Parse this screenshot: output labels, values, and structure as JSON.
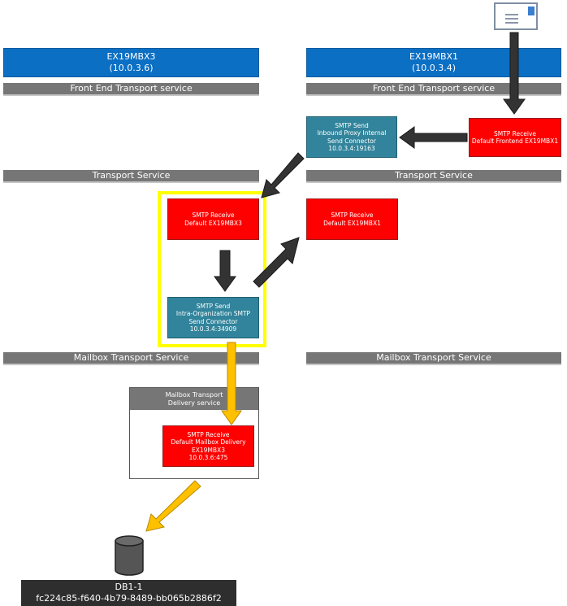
{
  "servers": {
    "left": {
      "name": "EX19MBX3",
      "ip": "(10.0.3.6)"
    },
    "right": {
      "name": "EX19MBX1",
      "ip": "(10.0.3.4)"
    }
  },
  "bars": {
    "left_frontend": "Front End Transport service",
    "right_frontend": "Front End Transport service",
    "left_transport": "Transport Service",
    "right_transport": "Transport Service",
    "left_mailbox": "Mailbox Transport Service",
    "right_mailbox": "Mailbox Transport Service"
  },
  "connectors": {
    "frontend_receive": {
      "line1": "SMTP Receive",
      "line2": "Default Frontend EX19MBX1"
    },
    "proxy_send": {
      "line1": "SMTP Send",
      "line2": "Inbound Proxy Internal",
      "line3": "Send Connector",
      "line4": "10.0.3.4:19163"
    },
    "receive_mbx3": {
      "line1": "SMTP Receive",
      "line2": "Default EX19MBX3"
    },
    "receive_mbx1": {
      "line1": "SMTP Receive",
      "line2": "Default EX19MBX1"
    },
    "intra_send": {
      "line1": "SMTP Send",
      "line2": "Intra-Organization SMTP",
      "line3": "Send Connector",
      "line4": "10.0.3.4:34909"
    },
    "delivery_receive": {
      "line1": "SMTP Receive",
      "line2": "Default Mailbox Delivery",
      "line3": "EX19MBX3",
      "line4": "10.0.3.6:475"
    }
  },
  "delivery_service": {
    "line1": "Mailbox Transport",
    "line2": "Delivery service"
  },
  "database": {
    "name": "DB1-1",
    "guid": "fc224c85-f640-4b79-8489-bb065b2886f2"
  },
  "icons": [
    "envelope-icon",
    "database-icon"
  ],
  "colors": {
    "server_blue": "#0b6fc4",
    "bar_gray": "#767676",
    "receive_red": "#ff0000",
    "send_teal": "#31849b",
    "highlight_yellow": "#ffff00",
    "arrow_dark": "#333333",
    "arrow_gold": "#ffc000"
  }
}
